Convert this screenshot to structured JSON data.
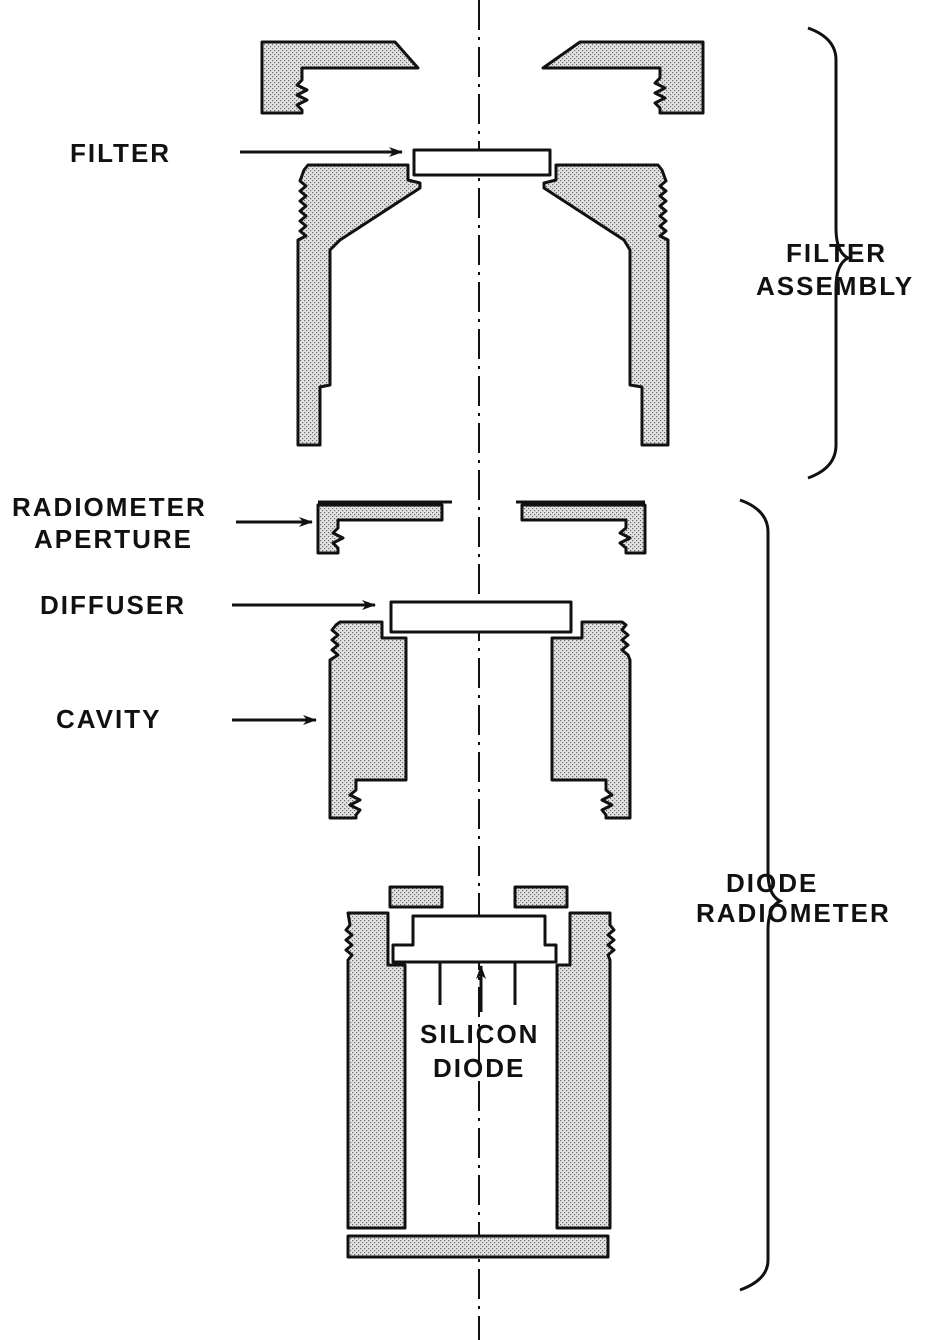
{
  "labels": {
    "filter": "FILTER",
    "filter_assembly_line1": "FILTER",
    "filter_assembly_line2": "ASSEMBLY",
    "radiometer_aperture_line1": "RADIOMETER",
    "radiometer_aperture_line2": "APERTURE",
    "diffuser": "DIFFUSER",
    "cavity": "CAVITY",
    "diode_radiometer_line1": "DIODE",
    "diode_radiometer_line2": "RADIOMETER",
    "silicon_diode_line1": "SILICON",
    "silicon_diode_line2": "DIODE"
  }
}
